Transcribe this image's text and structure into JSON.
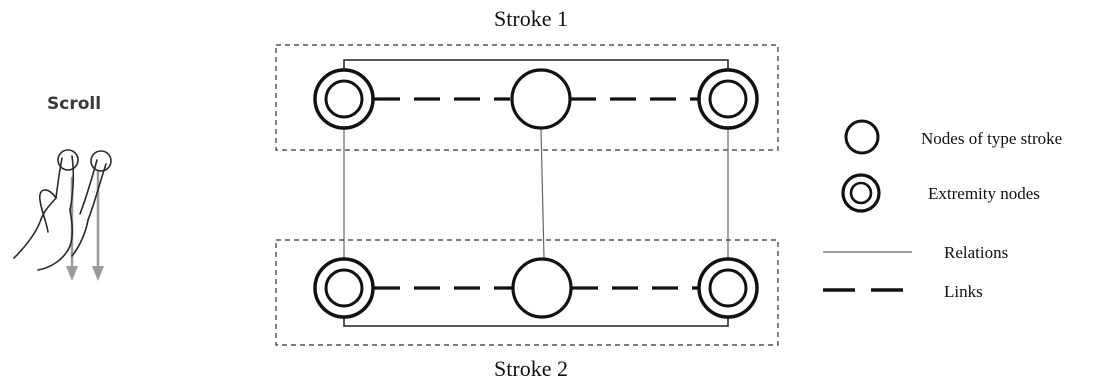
{
  "gesture": {
    "label": "Scroll",
    "icon": "two-finger-scroll-down-icon"
  },
  "strokes": [
    {
      "title": "Stroke 1",
      "nodes": [
        "extremity",
        "stroke",
        "extremity"
      ]
    },
    {
      "title": "Stroke 2",
      "nodes": [
        "extremity",
        "stroke",
        "extremity"
      ]
    }
  ],
  "legend": {
    "stroke_node": "Nodes of type stroke",
    "extremity_node": "Extremity nodes",
    "relations": "Relations",
    "links": "Links"
  },
  "colors": {
    "ink": "#111111",
    "relation": "#666666",
    "box_border": "#333333",
    "gesture_arrow": "#9a9a9a"
  }
}
